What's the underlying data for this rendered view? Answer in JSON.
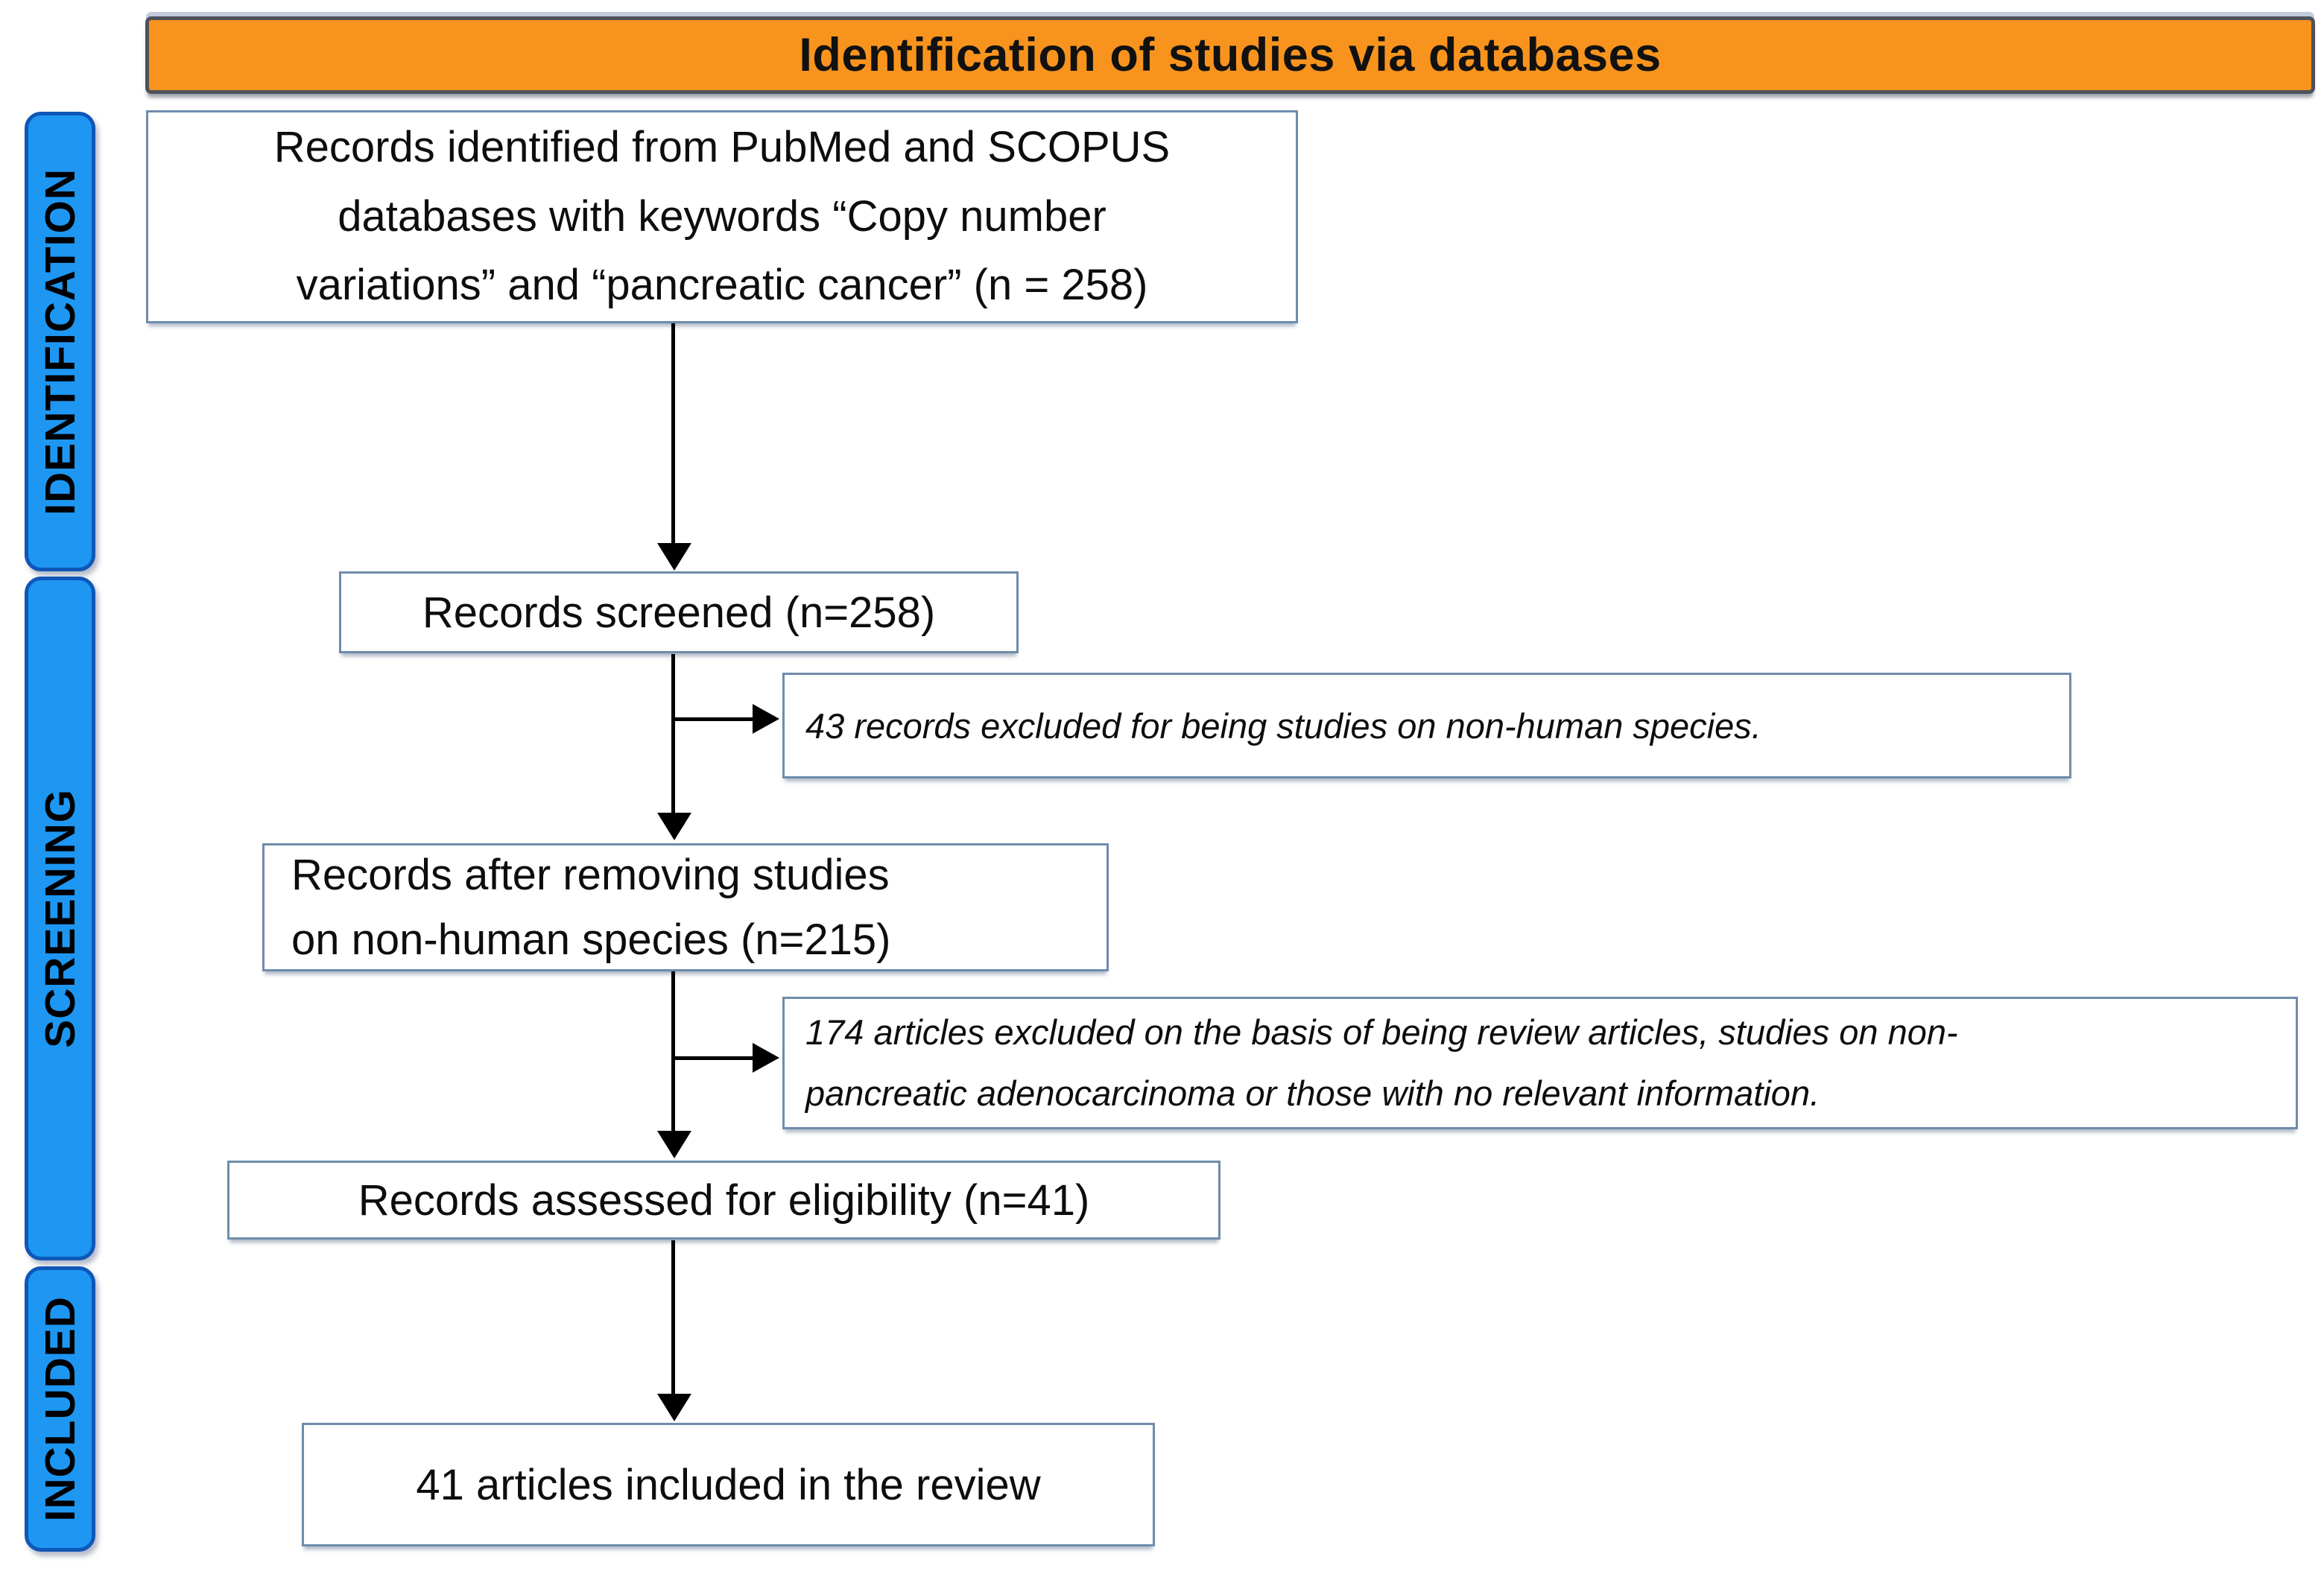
{
  "title_bar": {
    "label": "Identification of studies via databases"
  },
  "stages": {
    "identification": "IDENTIFICATION",
    "screening": "SCREENING",
    "included": "INCLUDED"
  },
  "boxes": {
    "identified": "Records identified from PubMed and SCOPUS\ndatabases with keywords  “Copy number\nvariations” and “pancreatic cancer” (n = 258)",
    "screened": "Records screened (n=258)",
    "excluded_screening": "43 records excluded for being studies on non-human species.",
    "after_removal": "Records after removing studies\non non-human species (n=215)",
    "excluded_eligibility": "174 articles excluded on the basis of being review articles, studies on non-\npancreatic adenocarcinoma or those with no relevant information.",
    "assessed": "Records assessed for eligibility  (n=41)",
    "included_final": "41 articles included in the review"
  },
  "counts": {
    "identified": 258,
    "screened": 258,
    "excluded_non_human": 43,
    "after_removal": 215,
    "excluded_review_or_irrelevant": 174,
    "assessed": 41,
    "included": 41
  },
  "colors": {
    "header_bg": "#F8941E",
    "stage_bg": "#1E97F3",
    "stage_border": "#0E57B8",
    "box_border": "#6F8CAB",
    "arrow": "#000000",
    "text": "#0D0D0D"
  }
}
